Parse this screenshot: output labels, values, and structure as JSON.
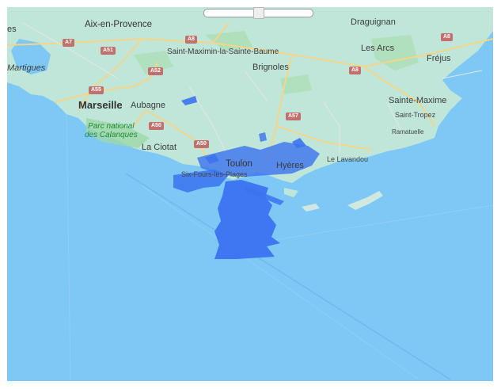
{
  "map": {
    "colors": {
      "land": "#bfe6d8",
      "sea": "#7ec8f6",
      "coverage": "#3b73f0",
      "road": "#f4d58a",
      "park": "#9fd8a8"
    },
    "places": {
      "aix": "Aix-en-Provence",
      "martigues": "Martigues",
      "marseille": "Marseille",
      "aubagne": "Aubagne",
      "calanques": "Parc national\ndes Calanques",
      "laciotat": "La Ciotat",
      "stmaximin": "Saint-Maximin-la-Sainte-Baume",
      "brignoles": "Brignoles",
      "draguignan": "Draguignan",
      "lesarcs": "Les Arcs",
      "frejus": "Fréjus",
      "stemaxime": "Sainte-Maxime",
      "sttropez": "Saint-Tropez",
      "ramatuelle": "Ramatuelle",
      "lelavandou": "Le Lavandou",
      "toulon": "Toulon",
      "hyeres": "Hyères",
      "sixfours": "Six-Fours-les-Plages",
      "es": "es"
    },
    "roads": {
      "a7": "A7",
      "a51": "A51",
      "a8a": "A8",
      "a8b": "A8",
      "a8c": "A8",
      "a52": "A52",
      "a55": "A55",
      "a50a": "A50",
      "a50b": "A50",
      "a57": "A57"
    },
    "slider": {
      "value": 0.5
    }
  }
}
